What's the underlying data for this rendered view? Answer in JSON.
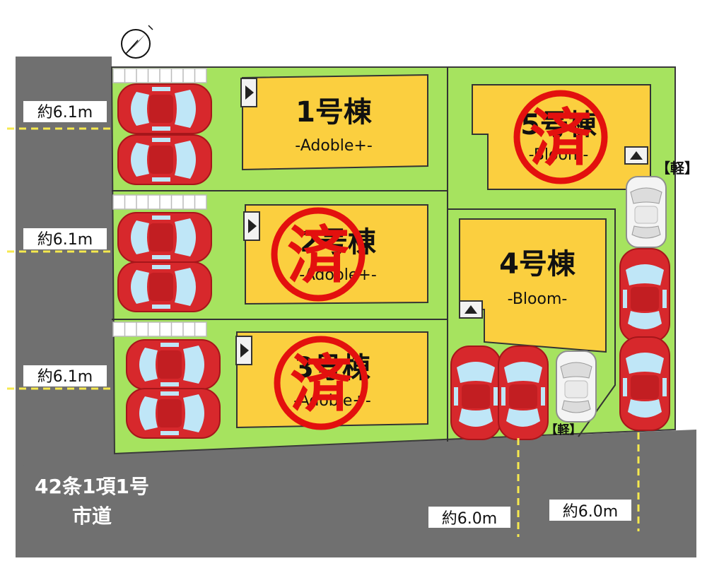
{
  "lots": [
    {
      "name": "1号棟",
      "model": "-Adoble+-",
      "sold": false
    },
    {
      "name": "2号棟",
      "model": "-Adoble+-",
      "sold": true
    },
    {
      "name": "3号棟",
      "model": "-Adoble+-",
      "sold": true
    },
    {
      "name": "4号棟",
      "model": "-Bloom-",
      "sold": false
    },
    {
      "name": "5号棟",
      "model": "-Bloom-",
      "sold": true
    }
  ],
  "sold_mark": "済",
  "kei_label": "【軽】",
  "road_left": {
    "width_labels": [
      "約6.1m",
      "約6.1m",
      "約6.1m"
    ]
  },
  "road_bottom": {
    "name_line1": "42条1項1号",
    "name_line2": "市道",
    "width_labels": [
      "約6.0m",
      "約6.0m"
    ]
  },
  "colors": {
    "ground": "#a6e35f",
    "house": "#fbcf3f",
    "road": "#707070",
    "sold_mark": "#e3100e",
    "car_red": "#d7282c",
    "car_white": "#f4f4f4",
    "dash": "#f6e94e"
  }
}
